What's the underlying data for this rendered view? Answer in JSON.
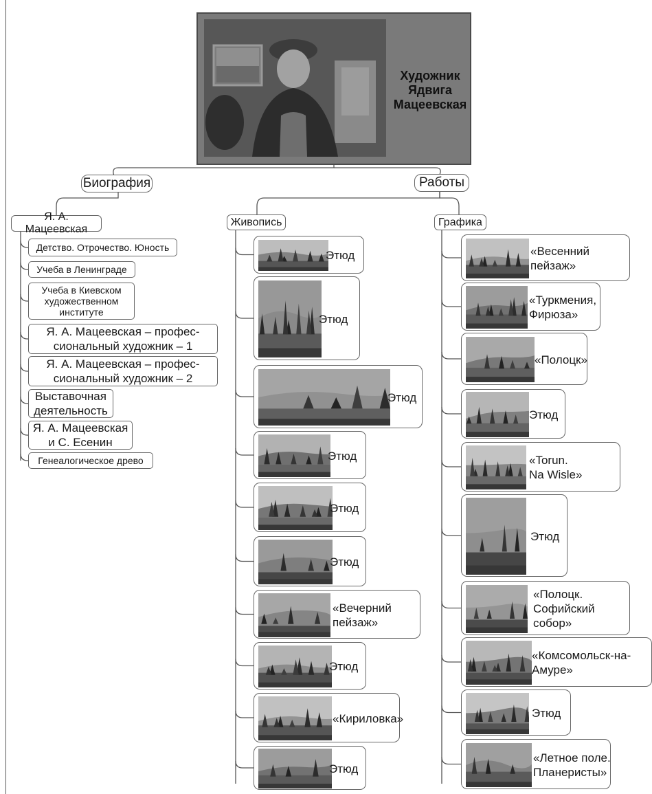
{
  "title": {
    "lines": [
      "Художник",
      "Ядвига",
      "Мацеевская"
    ]
  },
  "branches": {
    "biography": "Биография",
    "works": "Работы"
  },
  "biography": {
    "root": "Я. А. Мацеевская",
    "items": [
      {
        "lines": [
          "Детство. Отрочество. Юность"
        ]
      },
      {
        "lines": [
          "Учеба в Ленинграде"
        ]
      },
      {
        "lines": [
          "Учеба в Киевском",
          "художественном",
          "институте"
        ]
      },
      {
        "lines": [
          "Я. А. Мацеевская – профес-",
          "сиональный художник – 1"
        ]
      },
      {
        "lines": [
          "Я. А. Мацеевская – профес-",
          "сиональный художник – 2"
        ]
      },
      {
        "lines": [
          "Выставочная",
          "деятельность"
        ]
      },
      {
        "lines": [
          "Я. А. Мацеевская",
          "и С. Есенин"
        ]
      },
      {
        "lines": [
          "Генеалогическое древо"
        ]
      }
    ]
  },
  "painting": {
    "label": "Живопись",
    "items": [
      {
        "lines": [
          "Этюд"
        ]
      },
      {
        "lines": [
          "Этюд"
        ]
      },
      {
        "lines": [
          "Этюд"
        ]
      },
      {
        "lines": [
          "Этюд"
        ]
      },
      {
        "lines": [
          "Этюд"
        ]
      },
      {
        "lines": [
          "Этюд"
        ]
      },
      {
        "lines": [
          "«Вечерний",
          "пейзаж»"
        ]
      },
      {
        "lines": [
          "Этюд"
        ]
      },
      {
        "lines": [
          "«Кириловка»"
        ]
      },
      {
        "lines": [
          "Этюд"
        ]
      }
    ]
  },
  "graphics": {
    "label": "Графика",
    "items": [
      {
        "lines": [
          "«Весенний",
          "пейзаж»"
        ]
      },
      {
        "lines": [
          "«Туркмения,",
          "Фирюза»"
        ]
      },
      {
        "lines": [
          "«Полоцк»"
        ]
      },
      {
        "lines": [
          "Этюд"
        ]
      },
      {
        "lines": [
          "«Torun.",
          "Na Wisle»"
        ]
      },
      {
        "lines": [
          "Этюд"
        ]
      },
      {
        "lines": [
          "«Полоцк.",
          "Софийский",
          "собор»"
        ]
      },
      {
        "lines": [
          "«Комсомольск-на-",
          "Амуре»"
        ]
      },
      {
        "lines": [
          "Этюд"
        ]
      },
      {
        "lines": [
          "«Летное поле.",
          "Планеристы»"
        ]
      }
    ]
  }
}
